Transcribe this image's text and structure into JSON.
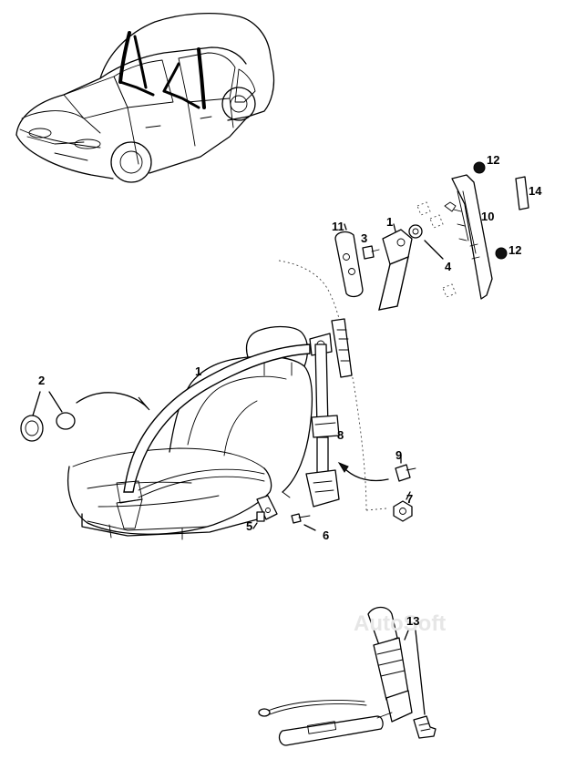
{
  "callouts": {
    "c1_top": "1",
    "c1_mid": "1",
    "c2": "2",
    "c3": "3",
    "c4": "4",
    "c5": "5",
    "c6": "6",
    "c7": "7",
    "c8": "8",
    "c9": "9",
    "c10": "10",
    "c11": "11",
    "c12_top": "12",
    "c12_bottom": "12",
    "c13": "13",
    "c14": "14"
  },
  "watermark": "AutoSoft",
  "colors": {
    "line": "#000000",
    "background": "#ffffff",
    "watermark": "#e6e6e6"
  }
}
